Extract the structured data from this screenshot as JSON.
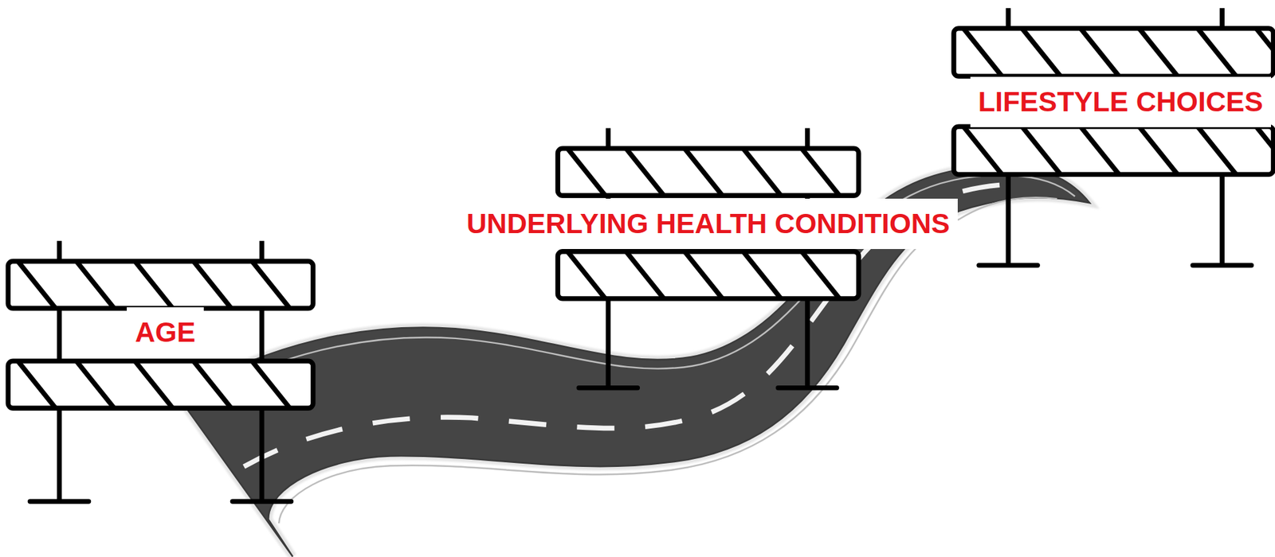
{
  "diagram": {
    "nodes": [
      {
        "text": [
          "AGE"
        ]
      },
      {
        "text": [
          "UNDERLYING HEALTH CONDITIONS"
        ]
      },
      {
        "text": [
          "LIFESTYLE CHOICES"
        ]
      }
    ]
  }
}
